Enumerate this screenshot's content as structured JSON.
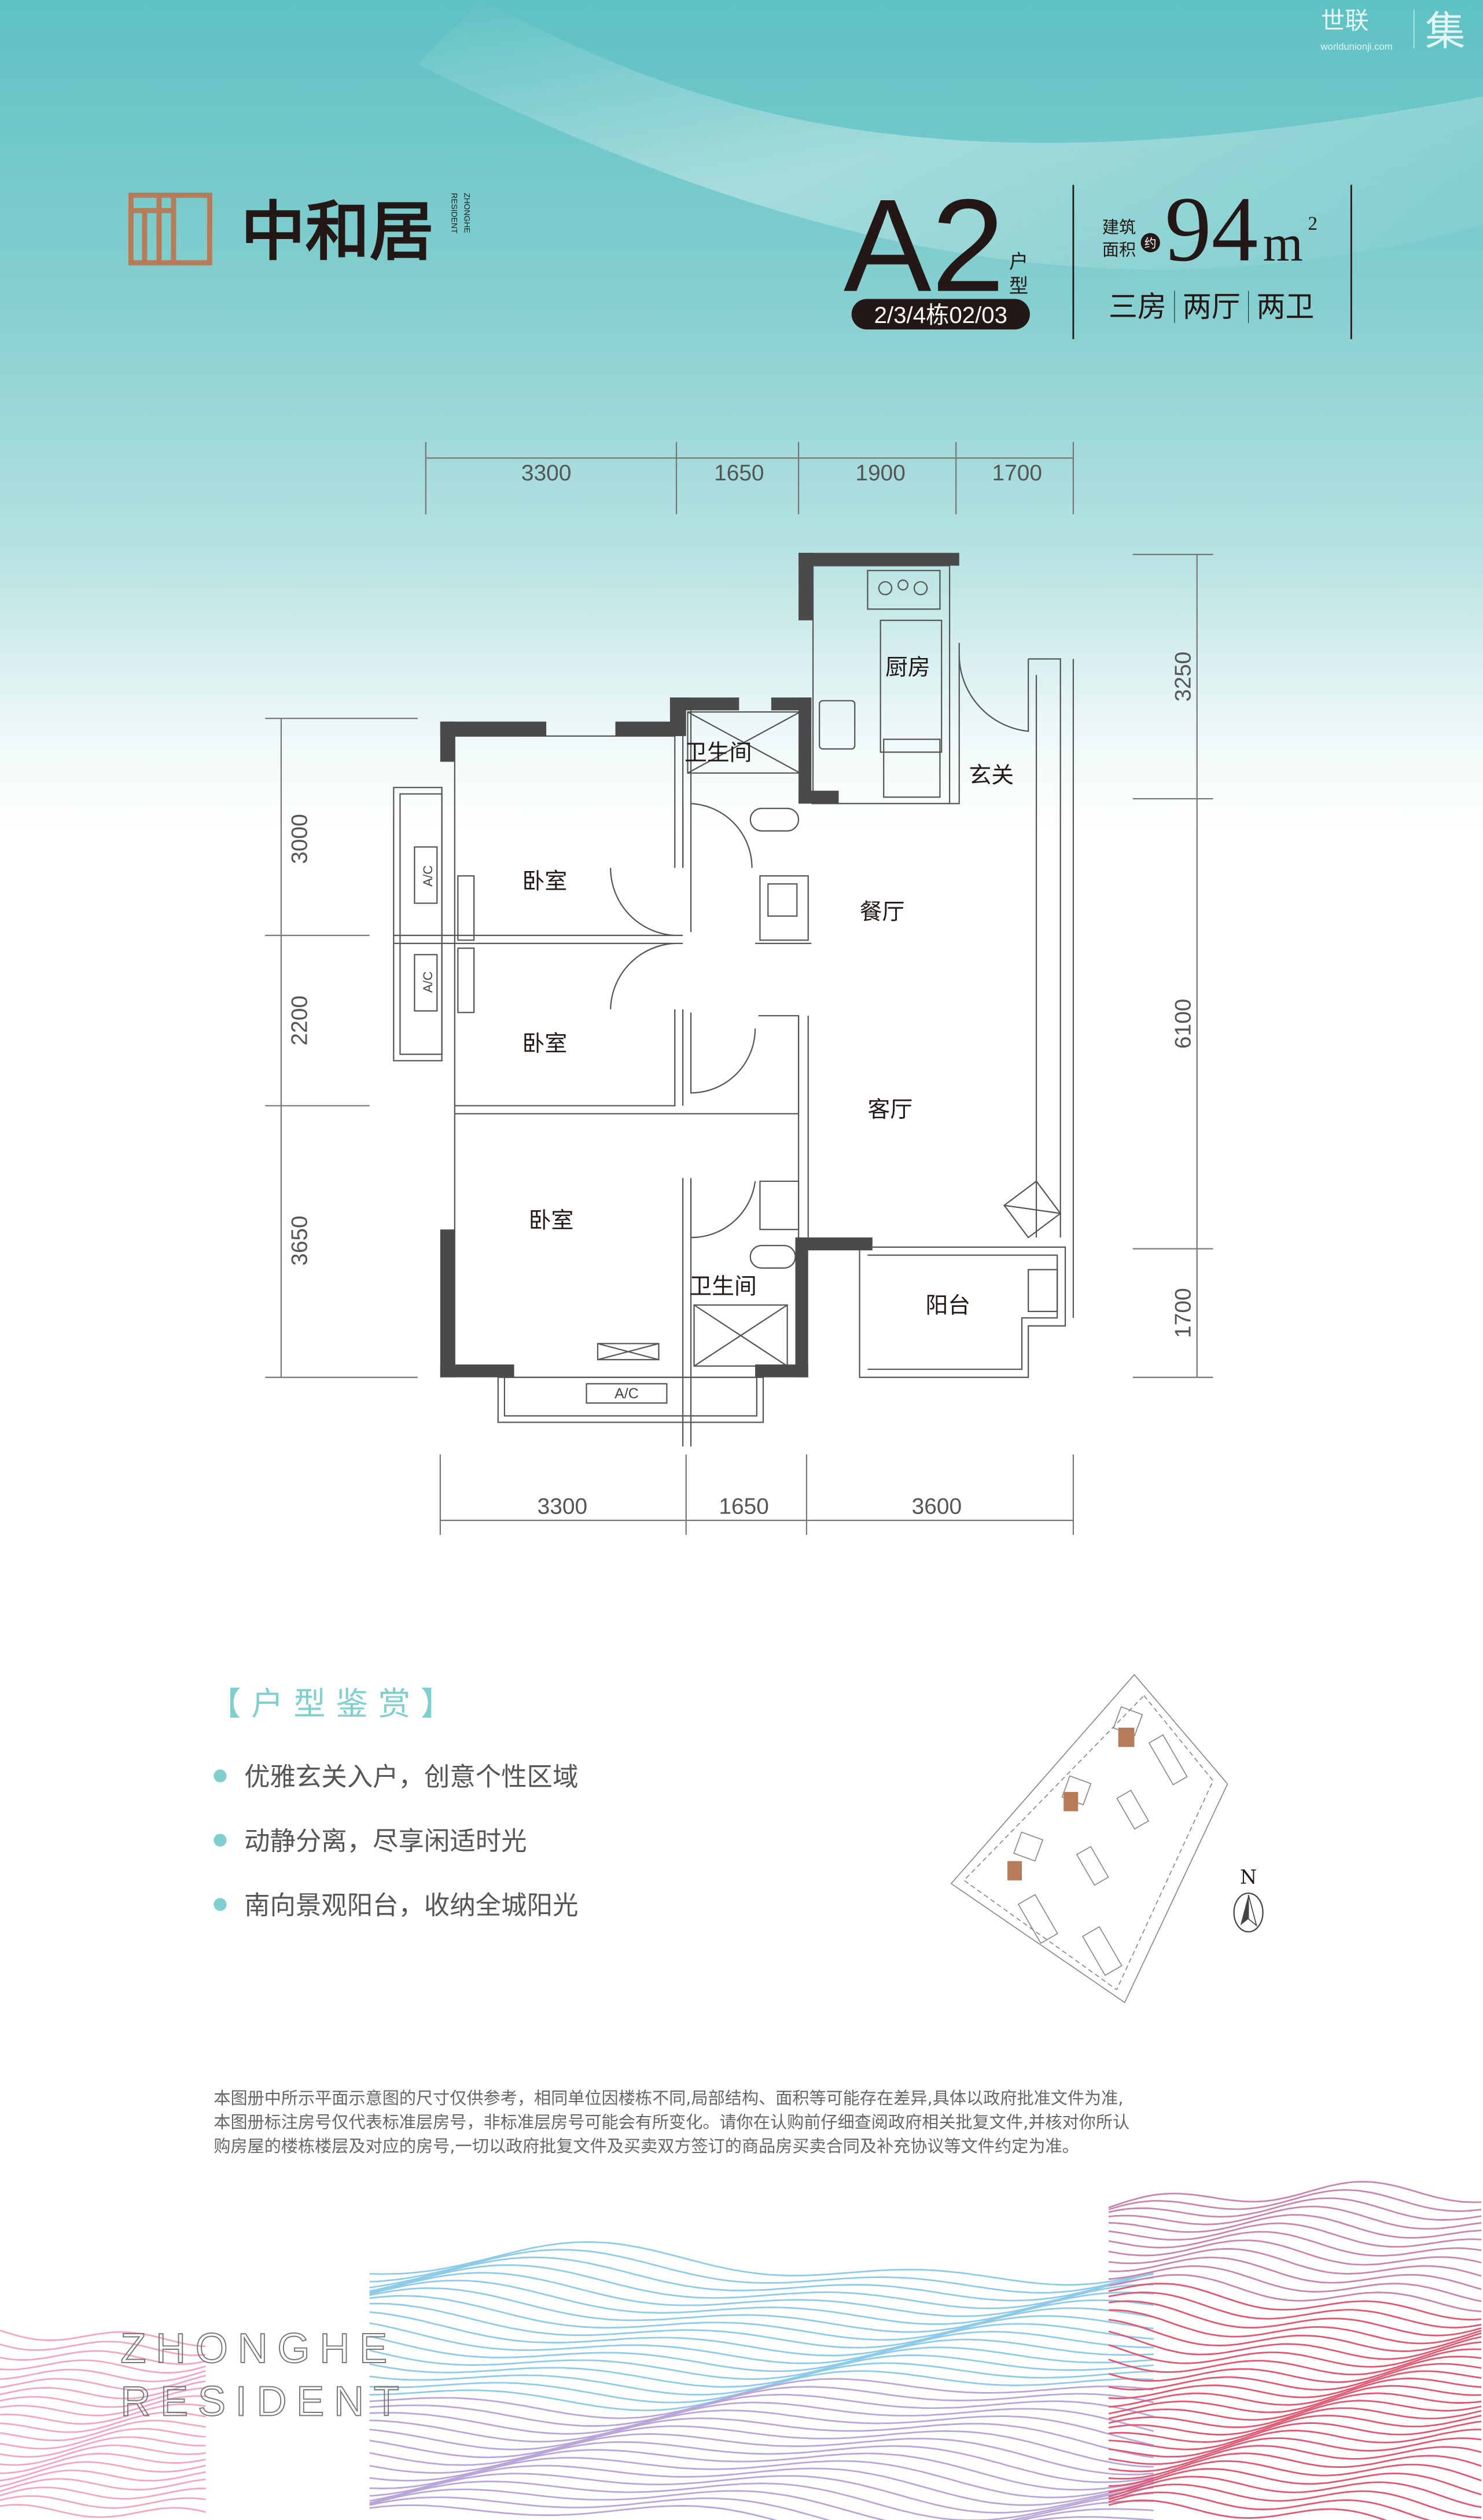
{
  "brand": {
    "name": "世联",
    "url": "worldunionji.com",
    "mark": "集"
  },
  "project": {
    "name": "中和居",
    "name_en_line1": "ZHONGHE",
    "name_en_line2": "RESIDENT"
  },
  "unit": {
    "code": "A2",
    "type_char1": "户",
    "type_char2": "型",
    "buildings": "2/3/4栋02/03",
    "area_label_line1": "建筑",
    "area_label_line2": "面积",
    "approx": "约",
    "area_value": "94",
    "area_unit": "m",
    "area_sup": "2",
    "rooms": [
      "三房",
      "两厅",
      "两卫"
    ]
  },
  "dimensions": {
    "top": [
      "3300",
      "1650",
      "1900",
      "1700"
    ],
    "bottom": [
      "3300",
      "1650",
      "3600"
    ],
    "left": [
      "3000",
      "2200",
      "3650"
    ],
    "right": [
      "3250",
      "6100",
      "1700"
    ]
  },
  "rooms": {
    "kitchen": "厨房",
    "foyer": "玄关",
    "bath_top": "卫生间",
    "bath_bottom": "卫生间",
    "bedroom1": "卧室",
    "bedroom2": "卧室",
    "bedroom3": "卧室",
    "dining": "餐厅",
    "living": "客厅",
    "balcony": "阳台",
    "ac": "A/C"
  },
  "features": {
    "heading": "【 户 型 鉴 赏 】",
    "items": [
      "优雅玄关入户，创意个性区域",
      "动静分离，尽享闲适时光",
      "南向景观阳台，收纳全城阳光"
    ]
  },
  "compass": {
    "label": "N"
  },
  "disclaimer": [
    "本图册中所示平面示意图的尺寸仅供参考，相同单位因楼栋不同,局部结构、面积等可能存在差异,具体以政府批准文件为准,",
    "本图册标注房号仅代表标准层房号，非标准层房号可能会有所变化。请你在认购前仔细查阅政府相关批复文件,并核对你所认",
    "购房屋的楼栋楼层及对应的房号,一切以政府批复文件及买卖双方签订的商品房买卖合同及补充协议等文件约定为准。"
  ],
  "colors": {
    "accent": "#7fcfcf",
    "logo": "#b87b57",
    "ink": "#231815",
    "wall": "#4a4a4a"
  }
}
